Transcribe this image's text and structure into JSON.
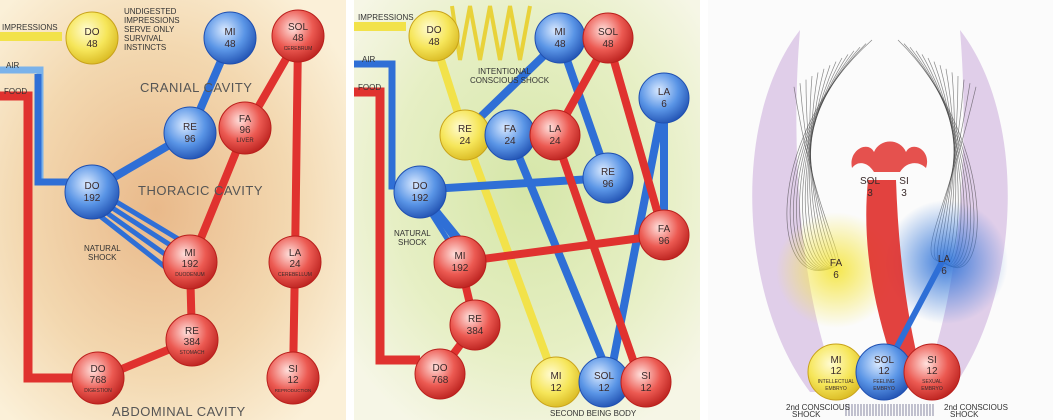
{
  "panels": [
    {
      "labels": {
        "impressions": "IMPRESSIONS",
        "air": "AIR",
        "food": "FOOD",
        "impressions_note_1": "UNDIGESTED",
        "impressions_note_2": "IMPRESSIONS",
        "impressions_note_3": "SERVE ONLY",
        "impressions_note_4": "SURVIVAL",
        "impressions_note_5": "INSTINCTS",
        "cranial": "CRANIAL CAVITY",
        "thoracic": "THORACIC CAVITY",
        "abdominal": "ABDOMINAL CAVITY",
        "shock_1": "NATURAL",
        "shock_2": "SHOCK"
      },
      "nodes": [
        {
          "note": "DO",
          "num": "48",
          "sub": "",
          "color": "yellow"
        },
        {
          "note": "MI",
          "num": "48",
          "sub": "",
          "color": "blue"
        },
        {
          "note": "SOL",
          "num": "48",
          "sub": "CEREBRUM",
          "color": "red"
        },
        {
          "note": "RE",
          "num": "96",
          "sub": "",
          "color": "blue"
        },
        {
          "note": "FA",
          "num": "96",
          "sub": "LIVER",
          "color": "red"
        },
        {
          "note": "DO",
          "num": "192",
          "sub": "",
          "color": "blue"
        },
        {
          "note": "MI",
          "num": "192",
          "sub": "DUODENUM",
          "color": "red"
        },
        {
          "note": "LA",
          "num": "24",
          "sub": "CEREBELLUM",
          "color": "red"
        },
        {
          "note": "RE",
          "num": "384",
          "sub": "STOMACH",
          "color": "red"
        },
        {
          "note": "DO",
          "num": "768",
          "sub": "DIGESTION",
          "color": "red"
        },
        {
          "note": "SI",
          "num": "12",
          "sub": "REPRODUCTION",
          "color": "red"
        }
      ]
    },
    {
      "labels": {
        "impressions": "IMPRESSIONS",
        "air": "AIR",
        "food": "FOOD",
        "shock_top_1": "INTENTIONAL",
        "shock_top_2": "CONSCIOUS SHOCK",
        "shock_1": "NATURAL",
        "shock_2": "SHOCK",
        "body": "SECOND BEING BODY"
      },
      "nodes": [
        {
          "note": "DO",
          "num": "48",
          "color": "yellow"
        },
        {
          "note": "MI",
          "num": "48",
          "color": "blue"
        },
        {
          "note": "SOL",
          "num": "48",
          "color": "red"
        },
        {
          "note": "LA",
          "num": "6",
          "color": "blue"
        },
        {
          "note": "RE",
          "num": "24",
          "color": "yellow"
        },
        {
          "note": "FA",
          "num": "24",
          "color": "blue"
        },
        {
          "note": "LA",
          "num": "24",
          "color": "red"
        },
        {
          "note": "RE",
          "num": "96",
          "color": "blue"
        },
        {
          "note": "DO",
          "num": "192",
          "color": "blue"
        },
        {
          "note": "FA",
          "num": "96",
          "color": "red"
        },
        {
          "note": "MI",
          "num": "192",
          "color": "red"
        },
        {
          "note": "RE",
          "num": "384",
          "color": "red"
        },
        {
          "note": "DO",
          "num": "768",
          "color": "red"
        },
        {
          "note": "MI",
          "num": "12",
          "color": "yellow"
        },
        {
          "note": "SOL",
          "num": "12",
          "color": "blue"
        },
        {
          "note": "SI",
          "num": "12",
          "color": "red"
        }
      ]
    },
    {
      "labels": {
        "shock_left_1": "2nd CONSCIOUS",
        "shock_left_2": "SHOCK",
        "shock_right_1": "2nd CONSCIOUS",
        "shock_right_2": "SHOCK"
      },
      "nodes": [
        {
          "note": "SOL",
          "num": "3",
          "sub": "",
          "color": "none"
        },
        {
          "note": "SI",
          "num": "3",
          "sub": "",
          "color": "none"
        },
        {
          "note": "FA",
          "num": "6",
          "sub": "",
          "color": "none"
        },
        {
          "note": "LA",
          "num": "6",
          "sub": "",
          "color": "none"
        },
        {
          "note": "MI",
          "num": "12",
          "sub_1": "INTELLECTUAL",
          "sub_2": "EMBRYO",
          "color": "yellow"
        },
        {
          "note": "SOL",
          "num": "12",
          "sub_1": "FEELING",
          "sub_2": "EMBRYO",
          "color": "blue"
        },
        {
          "note": "SI",
          "num": "12",
          "sub_1": "SEXUAL",
          "sub_2": "EMBRYO",
          "color": "red"
        }
      ]
    }
  ],
  "colors": {
    "yellow": "#f2e24a",
    "blue": "#2f6fd6",
    "red": "#e0322f",
    "purple": "#9a5fb5"
  }
}
